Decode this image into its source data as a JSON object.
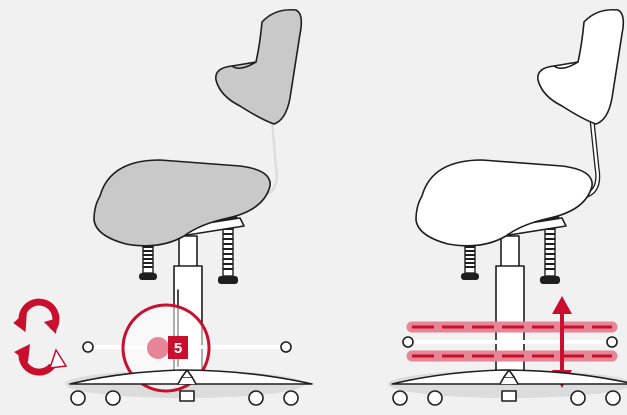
{
  "figures": [
    {
      "id": "rotate-footring",
      "chair_fill": "#c9c9c9",
      "step_label": "5",
      "icons": [
        "rotate-clockwise-icon",
        "rotate-counterclockwise-icon"
      ]
    },
    {
      "id": "height-footring",
      "chair_fill": "#ffffff",
      "icons": [
        "height-adjust-arrow-icon"
      ]
    }
  ],
  "colors": {
    "accent": "#c8102e",
    "accent_light": "#e58596",
    "outline": "#1e1e1e",
    "background": "#f1f1f1",
    "floor_shadow": "#dcdcdc"
  }
}
